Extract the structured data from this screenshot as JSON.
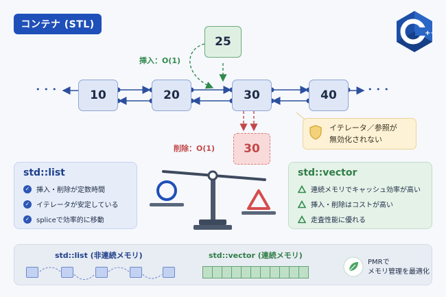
{
  "title": "コンテナ (STL)",
  "logo": {
    "name": "cpp-logo",
    "text": "C++"
  },
  "list_nodes": [
    "10",
    "20",
    "30",
    "40"
  ],
  "ellipsis": "• • •",
  "insert": {
    "value": "25",
    "label": "挿入：O(1)"
  },
  "delete": {
    "value": "30",
    "label": "削除：O(1)"
  },
  "warning": {
    "line1": "イテレータ／参照が",
    "line2": "無効化されない",
    "icon": "shield-icon"
  },
  "list_panel": {
    "title": "std::list",
    "items": [
      "挿入・削除が定数時間",
      "イテレータが安定している",
      "spliceで効率的に移動"
    ]
  },
  "vector_panel": {
    "title": "std::vector",
    "items": [
      "連続メモリでキャッシュ効率が高い",
      "挿入・削除はコストが高い",
      "走査性能に優れる"
    ]
  },
  "memory": {
    "list_label": "std::list (非連続メモリ)",
    "vector_label": "std::vector (連続メモリ)",
    "pmr_line1": "PMRで",
    "pmr_line2": "メモリ管理を最適化"
  },
  "colors": {
    "accent": "#1f4fb8",
    "green": "#2f7d47",
    "red": "#c24848",
    "warning": "#fdf2d6"
  }
}
